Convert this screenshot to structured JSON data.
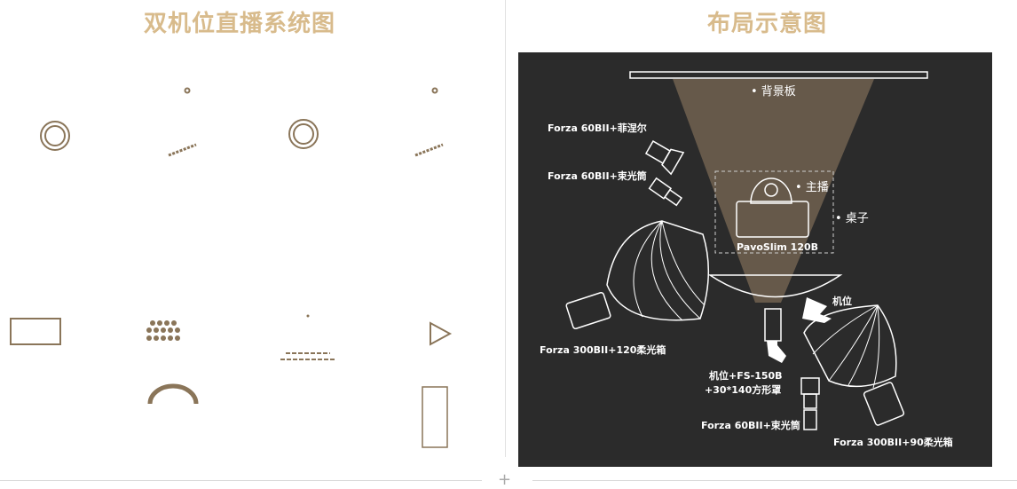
{
  "left_title": "双机位直播系统图",
  "right_title": "布局示意图",
  "layout_labels": {
    "backdrop": "• 背景板",
    "host": "• 主播",
    "desk": "• 桌子",
    "pavo": "PavoSlim 120B",
    "forza60_fresnel": "Forza 60BII+菲涅尔",
    "forza60_snoot_top": "Forza 60BII+束光筒",
    "forza300_120": "Forza 300BII+120柔光箱",
    "camera": "机位",
    "camera_fs_line1": "机位+FS-150B",
    "camera_fs_line2": "+30*140方形罩",
    "forza60_snoot_bottom": "Forza 60BII+束光筒",
    "forza300_90": "Forza 300BII+90柔光箱"
  },
  "colors": {
    "title": "#d8bb8c",
    "panel_bg": "#2b2b2b",
    "icon": "#8a7559",
    "light_beam": "#7b6a55"
  }
}
